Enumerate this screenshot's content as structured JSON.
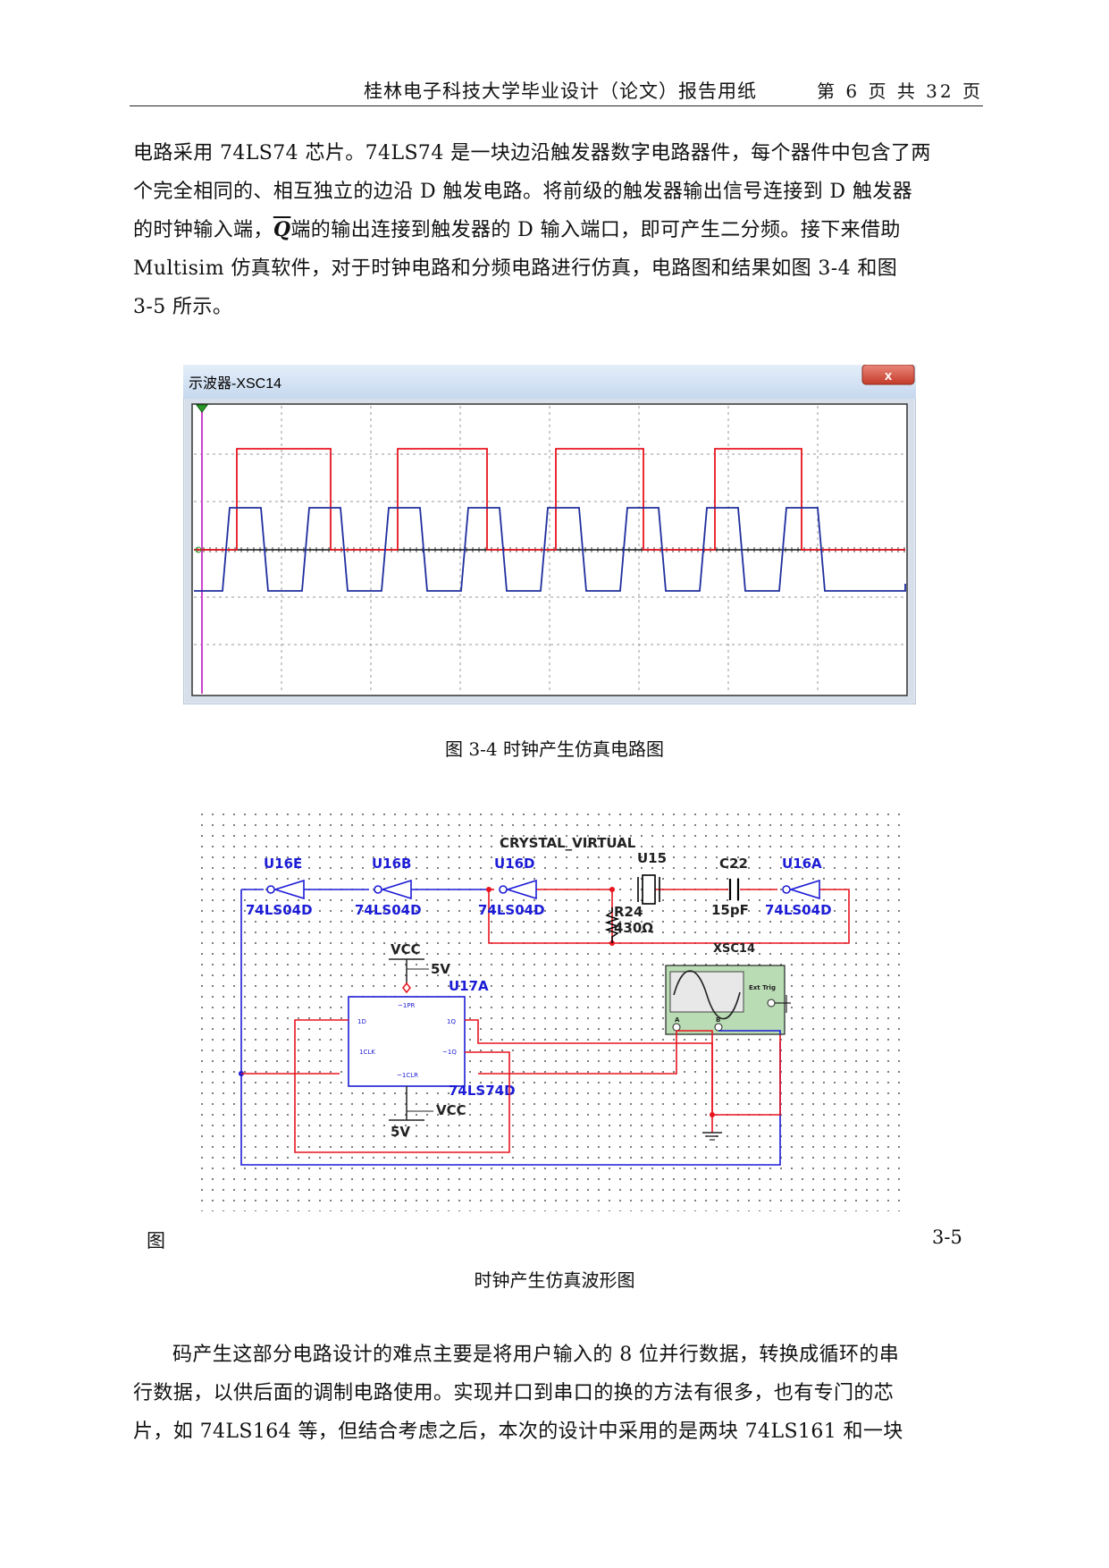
{
  "header": {
    "school": "桂林电子科技大学毕业设计（论文）报告用纸",
    "pageno": "第 6 页 共 32 页"
  },
  "para1": {
    "l1": "电路采用 74LS74 芯片。74LS74 是一块边沿触发器数字电路器件，每个器件中包含了两",
    "l2": "个完全相同的、相互独立的边沿 D 触发电路。将前级的触发器输出信号连接到 D 触发器",
    "l3a": "的时钟输入端，",
    "l3q": "Q",
    "l3b": "端的输出连接到触发器的 D 输入端口，即可产生二分频。接下来借助",
    "l4": "Multisim 仿真软件，对于时钟电路和分频电路进行仿真，电路图和结果如图 3-4 和图",
    "l5": "3-5 所示。"
  },
  "oscilloscope": {
    "title": "示波器-XSC14",
    "close_glyph": "x"
  },
  "fig34_caption": "图 3-4 时钟产生仿真电路图",
  "circuit": {
    "crystal_label": "CRYSTAL_VIRTUAL",
    "u15": "U15",
    "c22": "C22",
    "c22_val": "15pF",
    "u16e": "U16E",
    "u16b": "U16B",
    "u16d": "U16D",
    "u16a": "U16A",
    "part_04a": "74LS04D",
    "part_04b": "74LS04D",
    "part_04c": "74LS04D",
    "part_04d": "74LS04D",
    "r24": "R24",
    "r24_val": "430Ω",
    "vcc_top": "VCC",
    "v5_top": "5V",
    "u17a": "U17A",
    "part_74": "74LS74D",
    "vcc_bot": "VCC",
    "v5_bot": "5V",
    "xsc": "XSC14",
    "ext_trig": "Ext Trig",
    "ch_a": "A",
    "ch_b": "B",
    "pin_pr": "~1PR",
    "pin_1d": "1D",
    "pin_1q": "1Q",
    "pin_clk": "1CLK",
    "pin_nq": "~1Q",
    "pin_clr": "~1CLR"
  },
  "fig35": {
    "left": "图",
    "right": "3-5",
    "caption": "时钟产生仿真波形图"
  },
  "para2": {
    "l1": "码产生这部分电路设计的难点主要是将用户输入的 8 位并行数据，转换成循环的串",
    "l2": "行数据，以供后面的调制电路使用。实现并口到串口的换的方法有很多，也有专门的芯",
    "l3": "片，如 74LS164 等，但结合考虑之后，本次的设计中采用的是两块 74LS161 和一块"
  },
  "colors": {
    "red_trace": "#e8141e",
    "blue_trace": "#1f2e9e",
    "wire_blue": "#1c1cd6",
    "scope_green": "#b9dcb4"
  }
}
